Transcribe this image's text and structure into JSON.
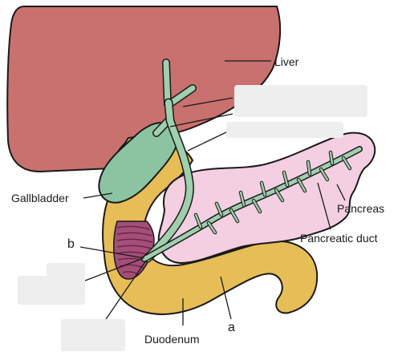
{
  "diagram": {
    "labels": {
      "liver": "Liver",
      "gallbladder": "Gallbladder",
      "pancreas": "Pancreas",
      "pancreatic_duct": "Pancreatic duct",
      "duodenum": "Duodenum",
      "marker_a": "a",
      "marker_b": "b"
    },
    "hidden_labels_count": 5,
    "colors": {
      "liver": "#c9716e",
      "gallbladder": "#8cc4a1",
      "duct": "#9fcfae",
      "duodenum": "#e6bd57",
      "pancreas": "#f3cfe1",
      "sphincter": "#a44e78",
      "outline": "#1a1a1a",
      "mask": "#eeeeee"
    }
  }
}
